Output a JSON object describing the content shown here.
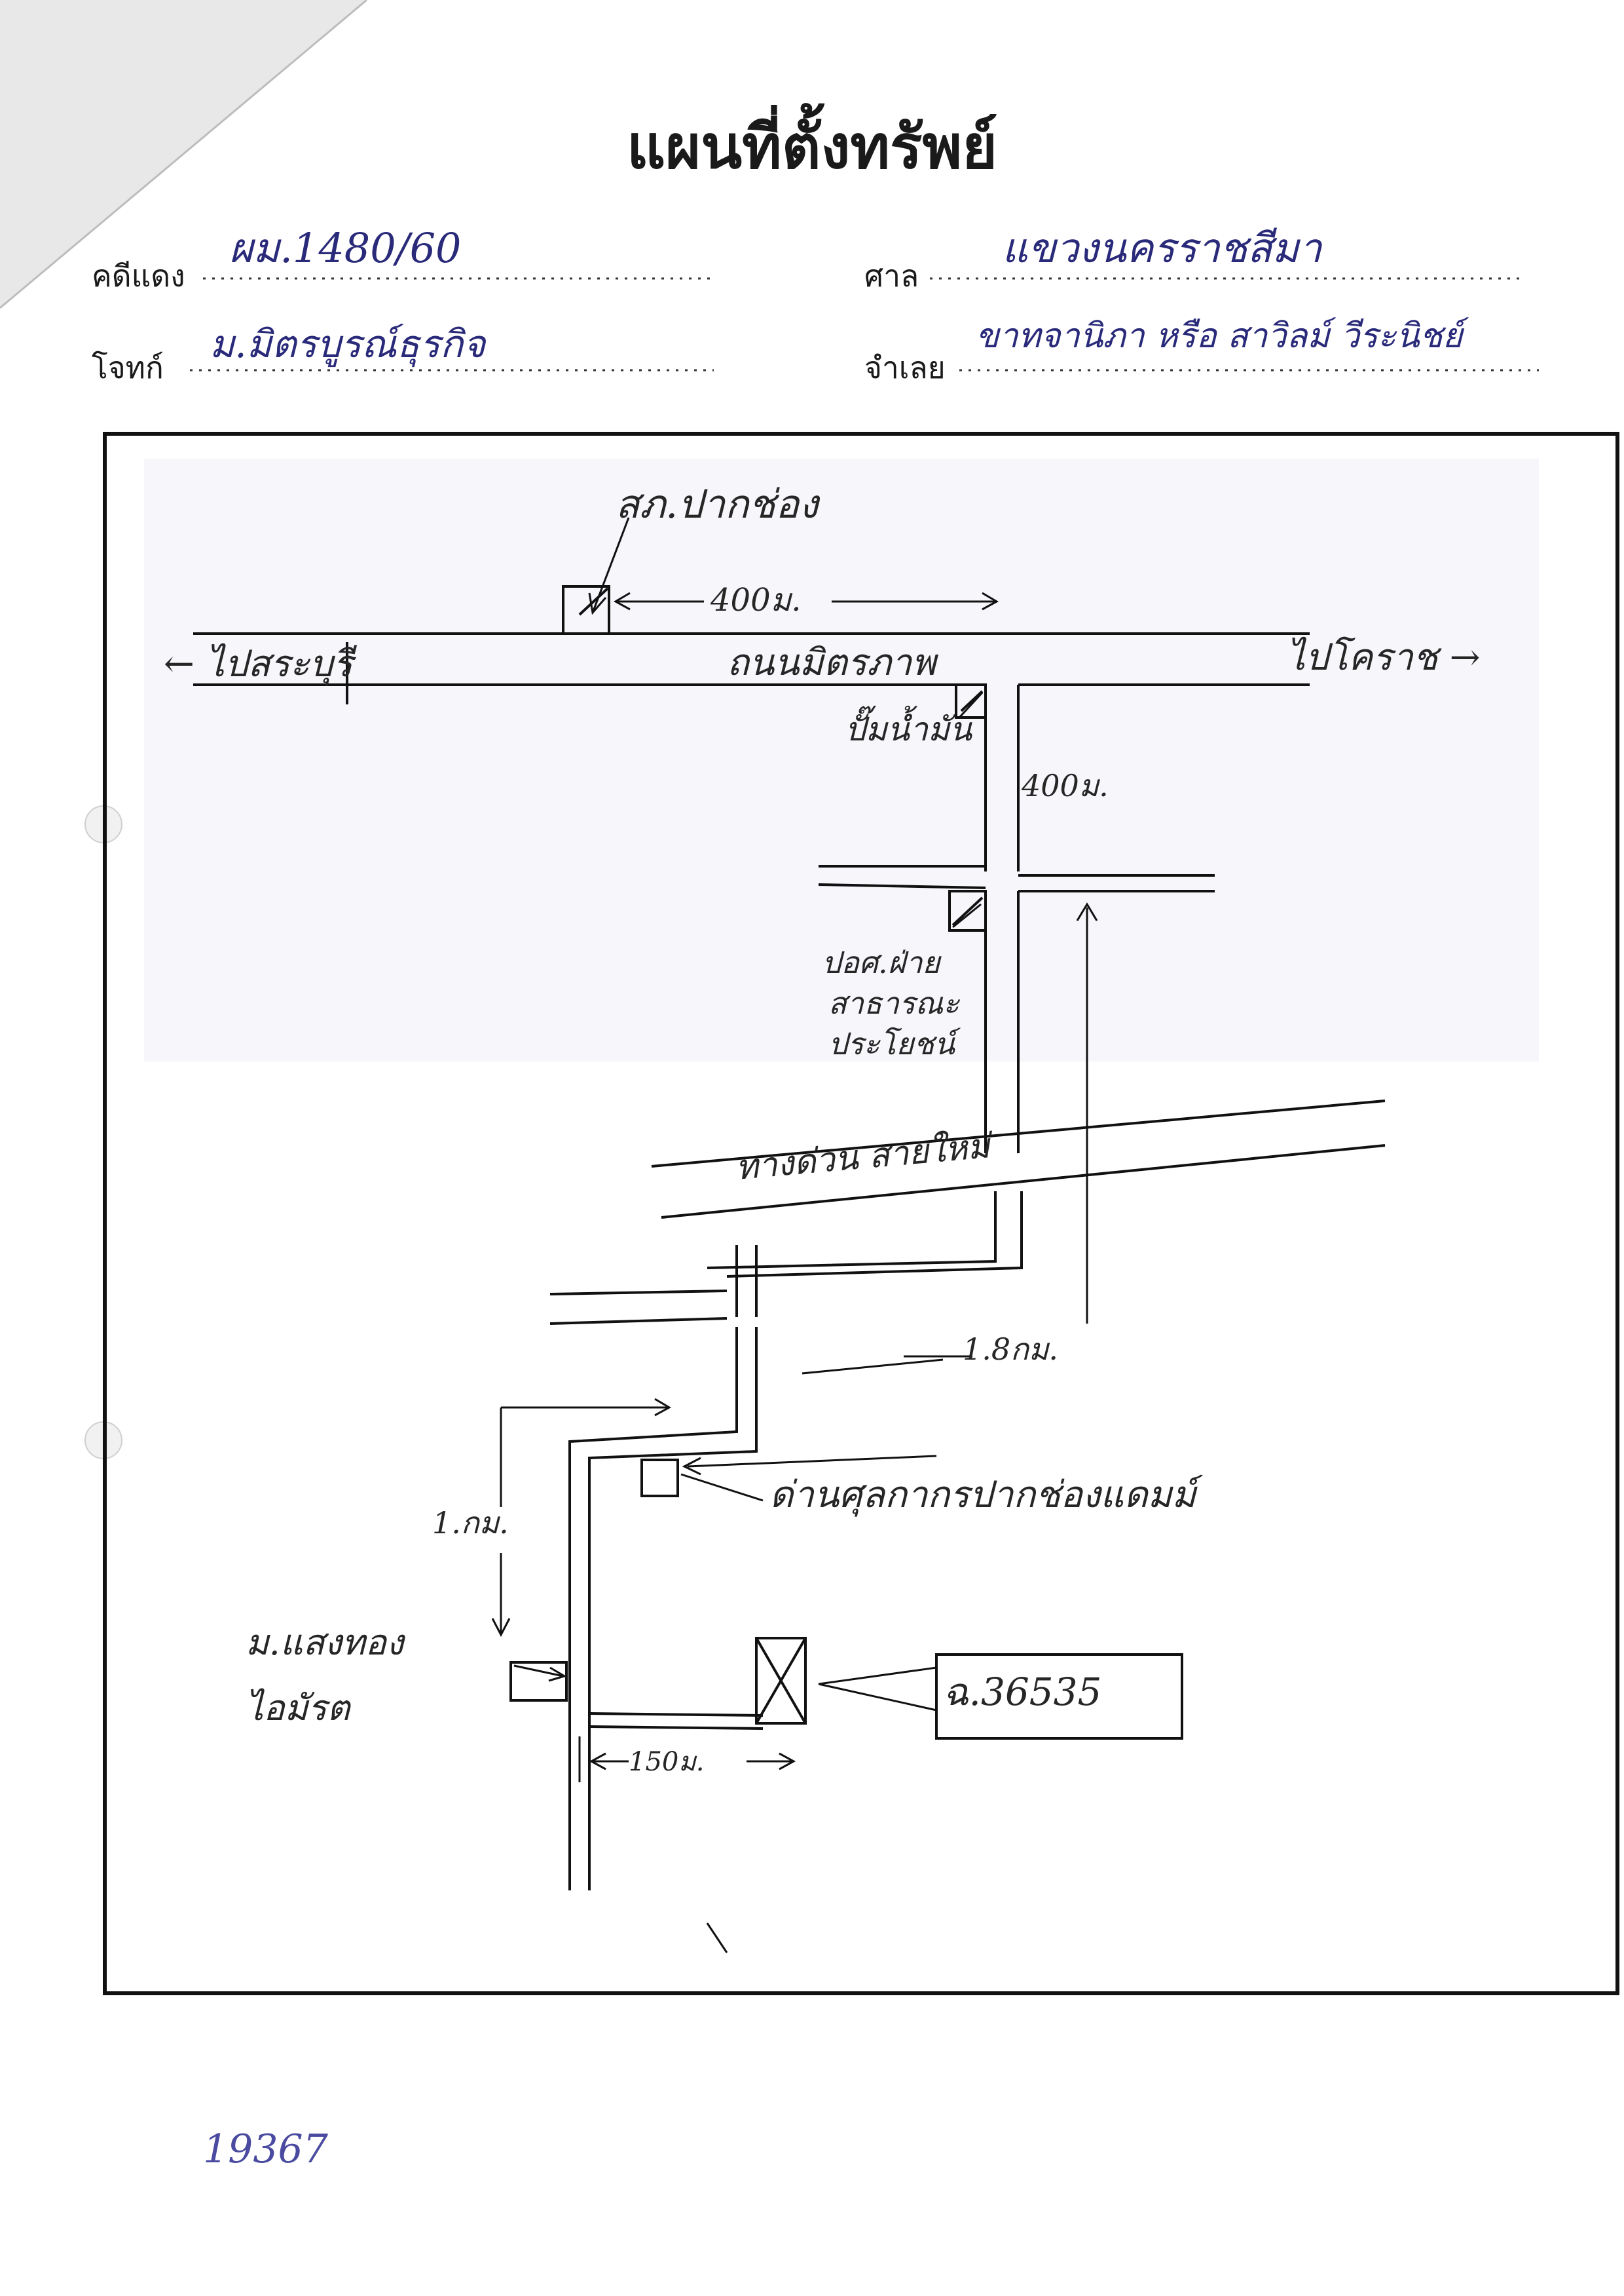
{
  "document": {
    "title": "แผนที่ตั้งทรัพย์",
    "fields": {
      "case_red": {
        "label": "คดีแดง",
        "value": "ผม.1480/60"
      },
      "court": {
        "label": "ศาล",
        "value": "แขวงนครราชสีมา"
      },
      "plaintiff": {
        "label": "โจทก์",
        "value": "ม.มิตรบูรณ์ธุรกิจ"
      },
      "defendant": {
        "label": "จำเลย",
        "value": "ขาทจานิภา หรือ สาวิลม์ วีระนิชย์"
      }
    },
    "footer_number": "19367"
  },
  "map": {
    "roads": {
      "main_road": "ถนนมิตรภาพ",
      "to_left": "← ไปสระบุรี",
      "to_right": "ไปโคราช →",
      "expressway": "ทางด่วน สายใหม่"
    },
    "landmarks": {
      "police_station": "สภ.ปากช่อง",
      "gas_station": "ปั๊มน้ำมัน",
      "market_office": "ปอศ.ฝ่าย สาธารณะ ประโยชน์",
      "police_checkpoint": "ด่านศุลกากรปากช่องแดมม์",
      "village": "ม.แสงทอง ไอมัรต"
    },
    "distances": {
      "d400_top": "400ม.",
      "d400_side": "400ม.",
      "d1_8km": "1.8กม.",
      "d1km": "1.กม.",
      "d150m": "150ม."
    },
    "deed": "ฉ.36535"
  }
}
